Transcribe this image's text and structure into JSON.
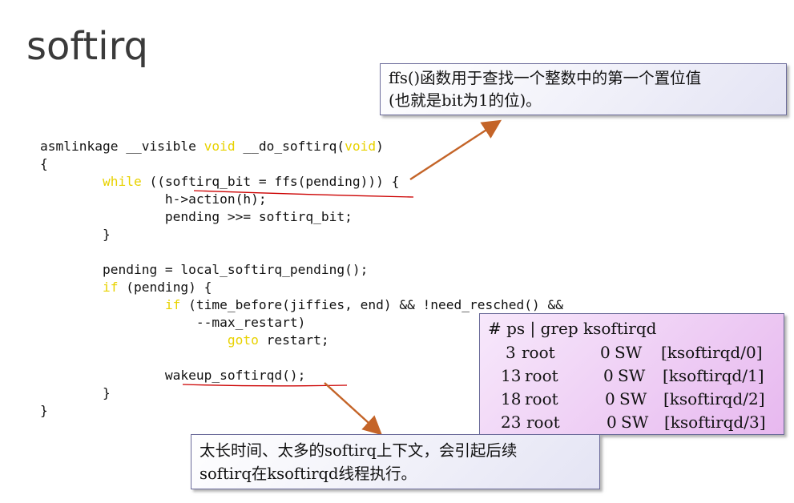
{
  "title": "softirq",
  "code_lines": [
    [
      {
        "t": "asmlinkage __visible "
      },
      {
        "t": "void",
        "kw": true
      },
      {
        "t": " __do_softirq("
      },
      {
        "t": "void",
        "kw": true
      },
      {
        "t": ")"
      }
    ],
    [
      {
        "t": "{"
      }
    ],
    [
      {
        "t": "        "
      },
      {
        "t": "while",
        "kw": true
      },
      {
        "t": " ((softirq_bit = ffs(pending))) {"
      }
    ],
    [
      {
        "t": "                h->action(h);"
      }
    ],
    [
      {
        "t": "                pending >>= softirq_bit;"
      }
    ],
    [
      {
        "t": "        }"
      }
    ],
    [
      {
        "t": ""
      }
    ],
    [
      {
        "t": "        pending = local_softirq_pending();"
      }
    ],
    [
      {
        "t": "        "
      },
      {
        "t": "if",
        "kw": true
      },
      {
        "t": " (pending) {"
      }
    ],
    [
      {
        "t": "                "
      },
      {
        "t": "if",
        "kw": true
      },
      {
        "t": " (time_before(jiffies, end) && !need_resched() &&"
      }
    ],
    [
      {
        "t": "                    --max_restart)"
      }
    ],
    [
      {
        "t": "                        "
      },
      {
        "t": "goto",
        "kw": true
      },
      {
        "t": " restart;"
      }
    ],
    [
      {
        "t": ""
      }
    ],
    [
      {
        "t": "                wakeup_softirqd();"
      }
    ],
    [
      {
        "t": "        }"
      }
    ],
    [
      {
        "t": "}"
      }
    ]
  ],
  "callout_ffs": {
    "line1": "ffs()函数用于查找一个整数中的第一个置位值",
    "line2": "(也就是bit为1的位)。"
  },
  "callout_ps": {
    "command": "# ps | grep ksoftirqd",
    "rows": [
      {
        "pid": "3",
        "user": "root",
        "vsz": "0",
        "stat": "SW",
        "cmd": "[ksoftirqd/0]"
      },
      {
        "pid": "13",
        "user": "root",
        "vsz": "0",
        "stat": "SW",
        "cmd": "[ksoftirqd/1]"
      },
      {
        "pid": "18",
        "user": "root",
        "vsz": "0",
        "stat": "SW",
        "cmd": "[ksoftirqd/2]"
      },
      {
        "pid": "23",
        "user": "root",
        "vsz": "0",
        "stat": "SW",
        "cmd": "[ksoftirqd/3]"
      }
    ]
  },
  "callout_wake": {
    "line1": "太长时间、太多的softirq上下文，会引起后续",
    "line2": "softirq在ksoftirqd线程执行。"
  },
  "colors": {
    "keyword": "#e8d200",
    "underline": "#cc0000",
    "arrow": "#c46428"
  }
}
